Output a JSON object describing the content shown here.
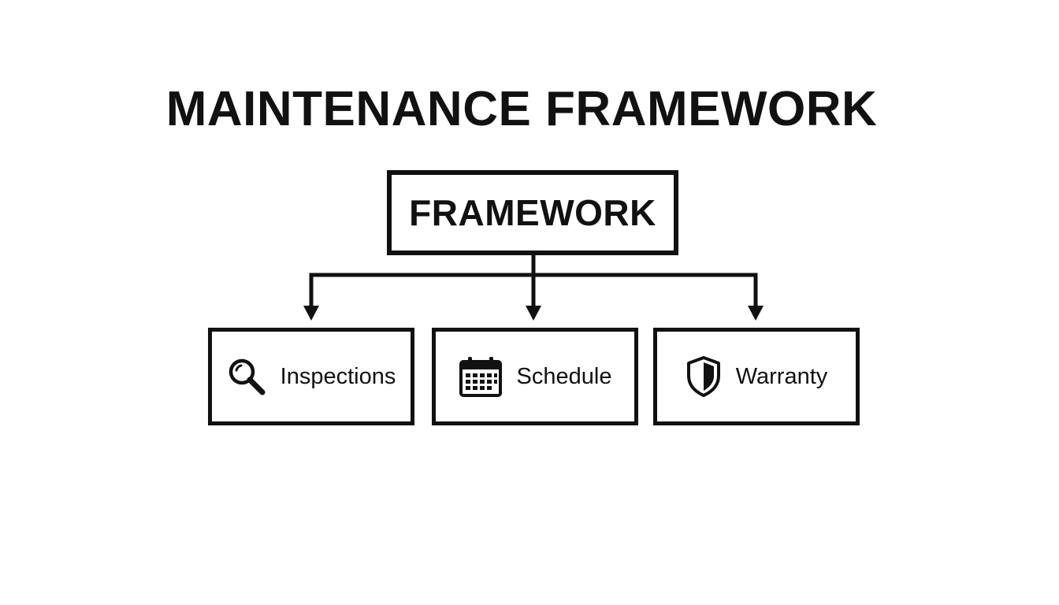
{
  "diagram": {
    "title": "MAINTENANCE FRAMEWORK",
    "root": {
      "label": "FRAMEWORK"
    },
    "children": [
      {
        "label": "Inspections",
        "icon": "magnifying-glass-icon"
      },
      {
        "label": "Schedule",
        "icon": "calendar-icon"
      },
      {
        "label": "Warranty",
        "icon": "shield-icon"
      }
    ]
  },
  "colors": {
    "stroke": "#111111",
    "background": "#ffffff"
  }
}
